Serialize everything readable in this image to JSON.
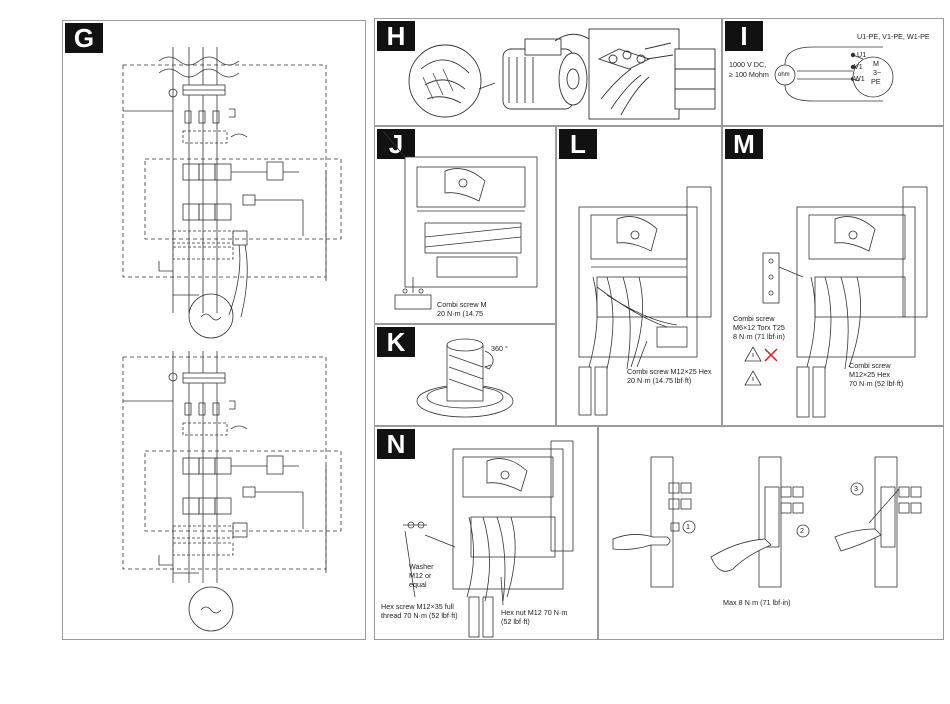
{
  "panels": {
    "G": {
      "label": "G"
    },
    "H": {
      "label": "H"
    },
    "I": {
      "label": "I",
      "test_line1": "1000  V  DC,",
      "test_line2": "≥ 100 Mohm",
      "meter": "ohm",
      "pairs": "U1-PE, V1-PE, W1-PE",
      "t_u1": "U1",
      "t_v1": "V1",
      "t_w1": "W1",
      "t_pe": "PE",
      "motor_m": "M",
      "motor_phase": "3~"
    },
    "J": {
      "label": "J",
      "screw_line1": "Combi screw M",
      "screw_line2": "20 N·m (14.75"
    },
    "K": {
      "label": "K",
      "rotation": "360 °"
    },
    "L": {
      "label": "L",
      "screw_line1": "Combi screw M12×25 Hex",
      "screw_line2": "20 N·m (14.75 lbf·ft)"
    },
    "M": {
      "label": "M",
      "small_line1": "Combi screw",
      "small_line2": "M6×12 Torx T25",
      "small_line3": "8 N·m (71 lbf·in)",
      "big_line1": "Combi screw",
      "big_line2": "M12×25 Hex",
      "big_line3": "70 N·m (52 lbf·ft)"
    },
    "N": {
      "label": "N",
      "washer_line1": "Washer",
      "washer_line2": "M12 or",
      "washer_line3": "equal",
      "hexscrew_line1": "Hex screw M12×35 full",
      "hexscrew_line2": "thread 70 N·m (52 lbf·ft)",
      "hexnut_line1": "Hex nut M12 70 N·m",
      "hexnut_line2": "(52 lbf·ft)"
    },
    "O": {
      "step1": "1",
      "step2": "2",
      "step3": "3",
      "torque": "Max 8 N·m (71 lbf·in)"
    }
  },
  "colors": {
    "badge": "#111111",
    "border": "#9a9a9a",
    "line": "#333333",
    "warning_x": "#d32020"
  }
}
